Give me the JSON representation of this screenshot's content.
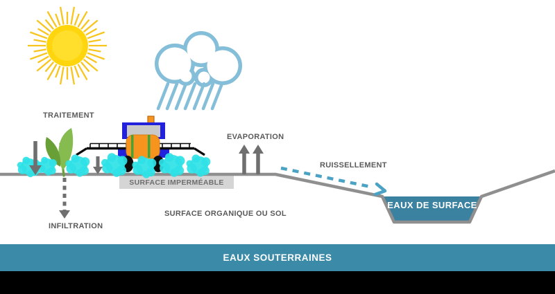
{
  "diagram": {
    "labels": {
      "traitement": "TRAITEMENT",
      "evaporation": "EVAPORATION",
      "ruissellement": "RUISSELLEMENT",
      "infiltration": "INFILTRATION",
      "surface_impermeable": "SURFACE IMPERMÉABLE",
      "surface_organique": "SURFACE ORGANIQUE OU SOL",
      "eaux_de_surface": "EAUX DE SURFACE",
      "eaux_souterraines": "EAUX SOUTERRAINES"
    },
    "colors": {
      "background_white": "#ffffff",
      "banner_teal": "#3a8aa8",
      "basin_teal": "#3b81a0",
      "runoff_teal": "#4aa2c4",
      "ground_gray": "#8f8f8f",
      "label_gray": "#5a5a5a",
      "box_gray_bg": "#d5d5d5",
      "box_gray_text": "#6e6e6e",
      "arrow_gray": "#6f6f6f",
      "sun_core_yellow": "#ffd60d",
      "sun_ray_yellow": "#f7c51d",
      "cloud_blue": "#85bed8",
      "spray_cyan": "#2fe2e6",
      "tractor_blue": "#2222dd",
      "tractor_orange": "#f7941d",
      "window_gray": "#c9c9c9",
      "strap_green": "#3fa53a",
      "plant_green_light": "#85bb4f",
      "plant_green_dark": "#699f37",
      "footer_black": "#000000"
    }
  }
}
